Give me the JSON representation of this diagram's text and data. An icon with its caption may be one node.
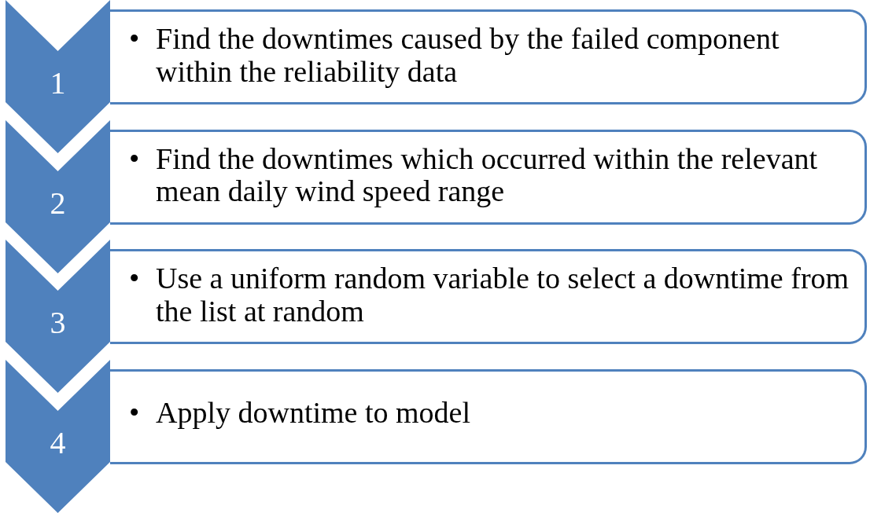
{
  "diagram": {
    "nodes": [
      {
        "text": [
          "1"
        ]
      },
      {
        "text": [
          "•",
          "Find the downtimes caused by the failed component within the reliability data"
        ]
      },
      {
        "text": [
          "2"
        ]
      },
      {
        "text": [
          "•",
          "Find the downtimes which occurred within the relevant mean daily wind speed range"
        ]
      },
      {
        "text": [
          "3"
        ]
      },
      {
        "text": [
          "•",
          "Use a uniform random variable to select a downtime from the list at random"
        ]
      },
      {
        "text": [
          "4"
        ]
      },
      {
        "text": [
          "•",
          "Apply downtime to model"
        ]
      }
    ]
  }
}
